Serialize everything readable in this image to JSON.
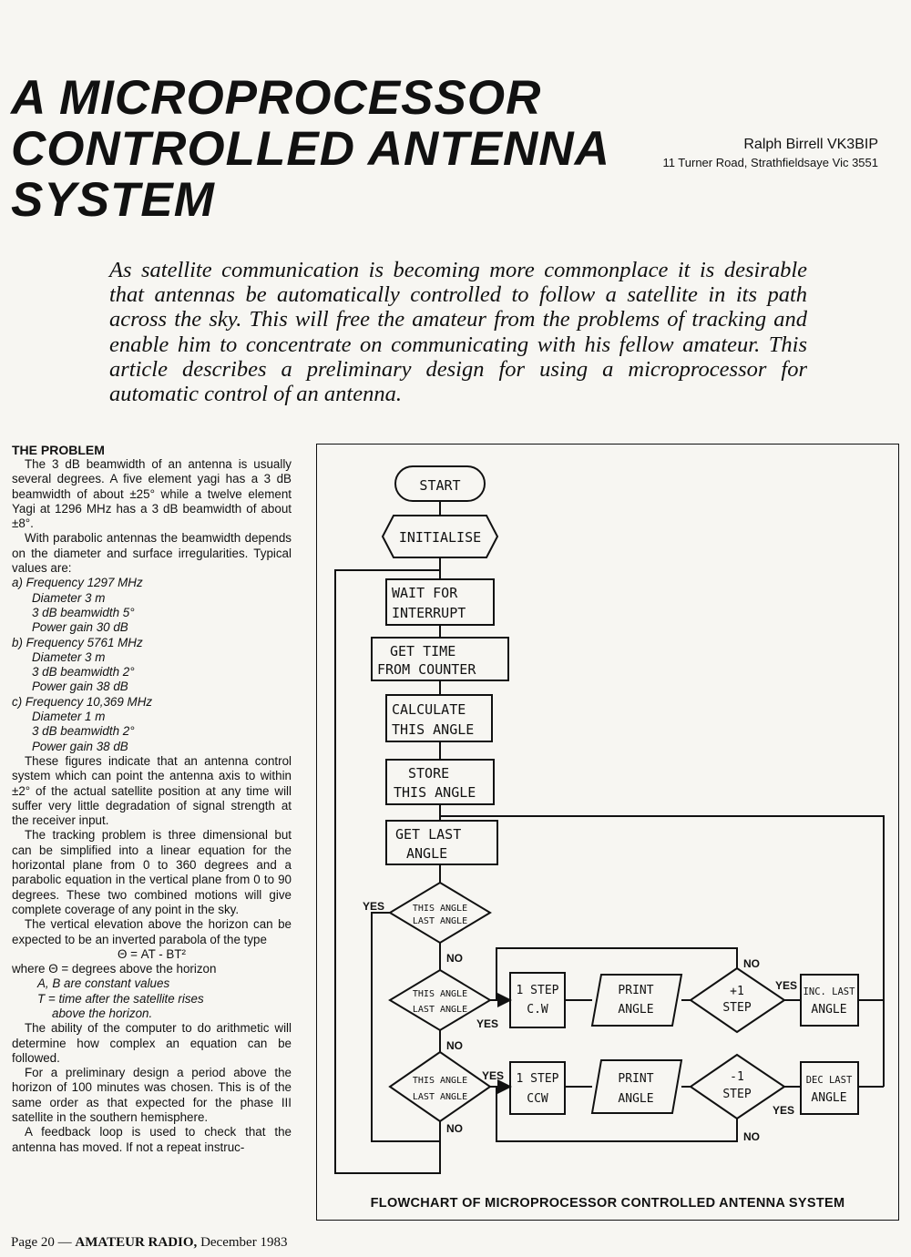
{
  "title": {
    "line1": "A MICROPROCESSOR",
    "line2": "CONTROLLED ANTENNA",
    "line3": "SYSTEM"
  },
  "author": {
    "name": "Ralph Birrell VK3BIP",
    "address": "11 Turner Road, Strathfieldsaye Vic 3551"
  },
  "standfirst": "As satellite communication is becoming more commonplace it is desirable that antennas be automatically controlled to follow a satellite in its path across the sky. This will free the amateur from the problems of tracking and enable him to concentrate on communicating with his fellow amateur. This article describes a preliminary design for using a microprocessor for automatic control of an antenna.",
  "body": {
    "heading": "THE PROBLEM",
    "p1": "The 3 dB beamwidth of an antenna is usually several degrees. A five element yagi has a 3 dB beamwidth of about ±25° while a twelve element Yagi at 1296 MHz has a 3 dB beamwidth of about ±8°.",
    "p2": "With parabolic antennas the beamwidth depends on the diameter and surface irregularities. Typical values are:",
    "list": {
      "a_lead": "a) Frequency 1297 MHz",
      "a1": "Diameter 3 m",
      "a2": "3 dB beamwidth 5°",
      "a3": "Power gain 30 dB",
      "b_lead": "b) Frequency 5761 MHz",
      "b1": "Diameter 3 m",
      "b2": "3 dB beamwidth 2°",
      "b3": "Power gain 38 dB",
      "c_lead": "c) Frequency 10,369 MHz",
      "c1": "Diameter 1 m",
      "c2": "3 dB beamwidth 2°",
      "c3": "Power gain 38 dB"
    },
    "p3": "These figures indicate that an antenna control system which can point the antenna axis to within ±2° of the actual satellite position at any time will suffer very little degradation of signal strength at the receiver input.",
    "p4": "The tracking problem is three dimensional but can be simplified into a linear equation for the horizontal plane from 0 to 360 degrees and a parabolic equation in the vertical plane from 0 to 90 degrees. These two combined motions will give complete coverage of any point in the sky.",
    "p5": "The vertical elevation above the horizon can be expected to be an inverted parabola of the type",
    "equation": "Θ = AT - BT²",
    "where1": "where  Θ = degrees above the horizon",
    "where2": "A, B are constant values",
    "where3": "T = time after the satellite rises",
    "where4": "above the horizon.",
    "p6": "The ability of the computer to do arithmetic will determine how complex an equation can be followed.",
    "p7": "For a preliminary design a period above the horizon of 100 minutes was chosen. This is of the same order as that expected for the phase III satellite in the southern hemisphere.",
    "p8": "A feedback loop is used to check that the antenna has moved. If not a repeat instruc-"
  },
  "flowchart": {
    "start": "START",
    "initialise": "INITIALISE",
    "wait1": "WAIT FOR",
    "wait2": "INTERRUPT",
    "gettime1": "GET TIME",
    "gettime2": "FROM COUNTER",
    "calc1": "CALCULATE",
    "calc2": "THIS ANGLE",
    "store1": "STORE",
    "store2": "THIS ANGLE",
    "getlast1": "GET LAST",
    "getlast2": "ANGLE",
    "dec_eq1": "THIS ANGLE",
    "dec_eq2": "LAST ANGLE",
    "dec_gt1": "THIS ANGLE",
    "dec_gt2": "LAST ANGLE",
    "dec_lt1": "THIS ANGLE",
    "dec_lt2": "LAST ANGLE",
    "step_cw1": "1 STEP",
    "step_cw2": "C.W",
    "step_ccw1": "1 STEP",
    "step_ccw2": "CCW",
    "print1a": "PRINT",
    "print1b": "ANGLE",
    "print2a": "PRINT",
    "print2b": "ANGLE",
    "plus1a": "+1",
    "plus1b": "STEP",
    "minus1a": "-1",
    "minus1b": "STEP",
    "inc1": "INC. LAST",
    "inc2": "ANGLE",
    "decl1": "DEC LAST",
    "decl2": "ANGLE",
    "yes": "YES",
    "no": "NO",
    "caption": "FLOWCHART OF MICROPROCESSOR CONTROLLED ANTENNA SYSTEM"
  },
  "footer": {
    "page": "Page 20 —",
    "magazine": "AMATEUR RADIO,",
    "issue": "December 1983"
  }
}
